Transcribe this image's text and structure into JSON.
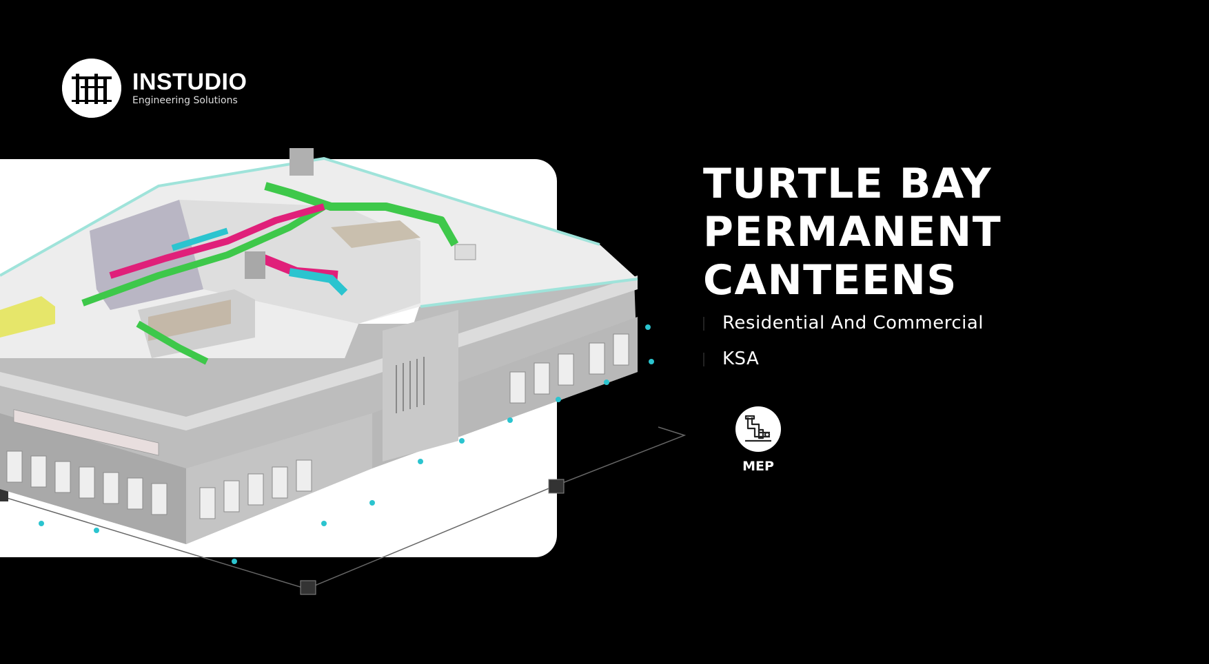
{
  "brand": {
    "name": "INSTUDIO",
    "tagline": "Engineering Solutions",
    "logo_icon": "instudio-logo-icon"
  },
  "project": {
    "title_lines": [
      "TURTLE BAY",
      "PERMANENT",
      "CANTEENS"
    ],
    "category": "Residential And Commercial",
    "location": "KSA"
  },
  "service": {
    "label": "MEP",
    "icon": "mep-pipes-icon"
  },
  "colors": {
    "background": "#000000",
    "card": "#ffffff",
    "duct_green": "#3ec84a",
    "duct_magenta": "#e0207a",
    "duct_cyan": "#2bc4cf",
    "duct_yellow": "#e6e66a",
    "building_gray": "#c8c8c8"
  }
}
